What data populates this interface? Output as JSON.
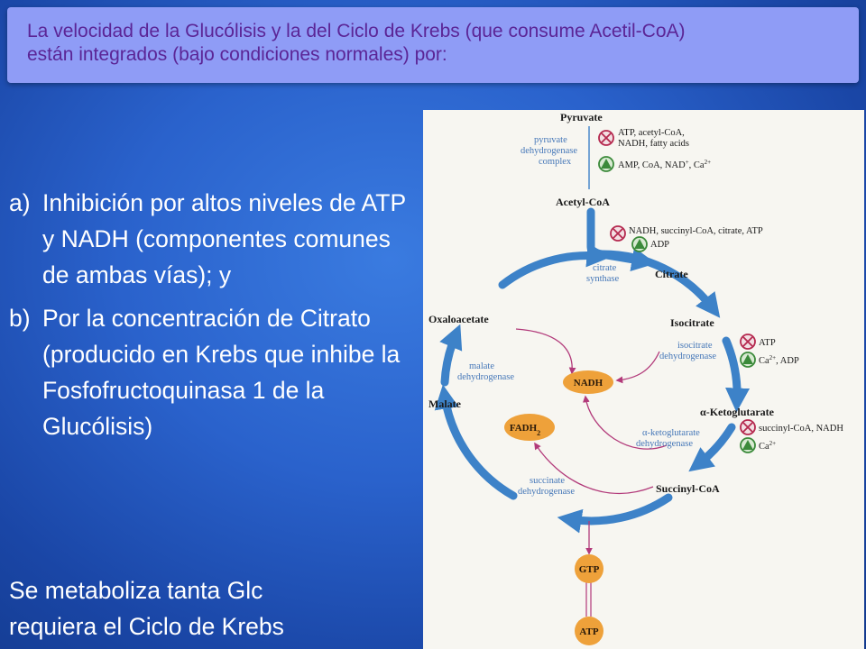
{
  "title": {
    "line1": "La velocidad de la Glucólisis y la del Ciclo de Krebs (que consume Acetil-CoA)",
    "line2": "están integrados (bajo condiciones normales) por:"
  },
  "items": [
    {
      "marker": "a)",
      "text": "Inhibición por altos niveles de ATP y NADH (componentes comunes de ambas vías); y"
    },
    {
      "marker": "b)",
      "text": "Por la concentración de Citrato (producido en Krebs que inhibe la Fosfofructoquinasa 1 de la Glucólisis)"
    }
  ],
  "summary": {
    "line1": "Se metaboliza tanta Glc",
    "line2": "requiera el Ciclo de Krebs"
  },
  "diagram": {
    "pyruvate": "Pyruvate",
    "pdh_1": "pyruvate",
    "pdh_2": "dehydrogenase",
    "pdh_3": "complex",
    "pdh_inhib_1": "ATP, acetyl-CoA,",
    "pdh_inhib_2": "NADH, fatty acids",
    "pdh_activ_a": "AMP, CoA, NAD",
    "pdh_activ_b": ", Ca",
    "acetyl_coa": "Acetyl-CoA",
    "cs_inhib": "NADH, succinyl-CoA, citrate, ATP",
    "cs_activ": "ADP",
    "cs_1": "citrate",
    "cs_2": "synthase",
    "citrate": "Citrate",
    "isocitrate": "Isocitrate",
    "idh_1": "isocitrate",
    "idh_2": "dehydrogenase",
    "idh_inhib": "ATP",
    "idh_activ_a": "Ca",
    "idh_activ_b": ", ADP",
    "akg": "-Ketoglutarate",
    "akgdh_1": "-ketoglutarate",
    "akgdh_2": "dehydrogenase",
    "akgdh_inhib": "succinyl-CoA, NADH",
    "akgdh_activ": "Ca",
    "succinyl_coa": "Succinyl-CoA",
    "sdh_1": "succinate",
    "sdh_2": "dehydrogenase",
    "oxaloacetate": "Oxaloacetate",
    "malate": "Malate",
    "mdh_1": "malate",
    "mdh_2": "dehydrogenase",
    "nadh": "NADH",
    "fadh": "FADH",
    "fadh_sub": "2",
    "gtp": "GTP",
    "atp": "ATP",
    "plus": "+",
    "two_plus": "2+",
    "alpha": "α"
  },
  "colors": {
    "title_bg": "#8f9cf6",
    "title_text": "#5b2596",
    "cycle_arrow": "#3d82c8",
    "node_orange": "#eea13a",
    "regulator_arrow": "#b23a7a"
  }
}
